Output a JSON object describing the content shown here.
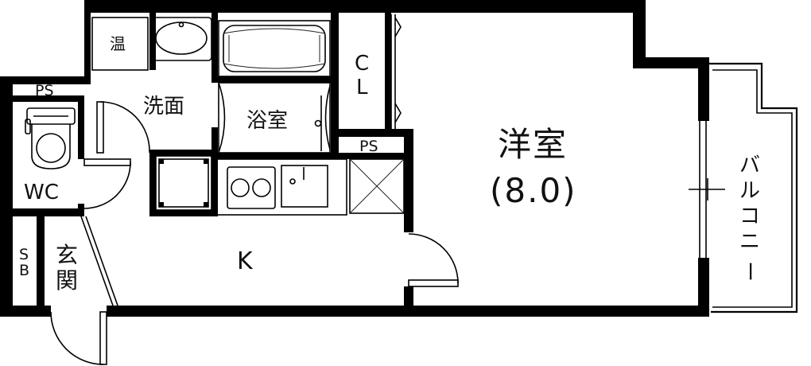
{
  "floorplan": {
    "rooms": {
      "western_room_name": "洋室",
      "western_room_size": "(8.0)",
      "bathroom": "浴室",
      "washroom": "洗面",
      "kitchen": "K",
      "toilet": "WC",
      "entrance_line1": "玄",
      "entrance_line2": "関",
      "balcony_chars": [
        "バ",
        "ル",
        "コ",
        "ニ",
        "ー"
      ],
      "water_heater": "温",
      "closet_line1": "C",
      "closet_line2": "L",
      "pipe_space_top_left": "PS",
      "pipe_space_middle": "PS",
      "shoe_box_line1": "S",
      "shoe_box_line2": "B"
    }
  }
}
